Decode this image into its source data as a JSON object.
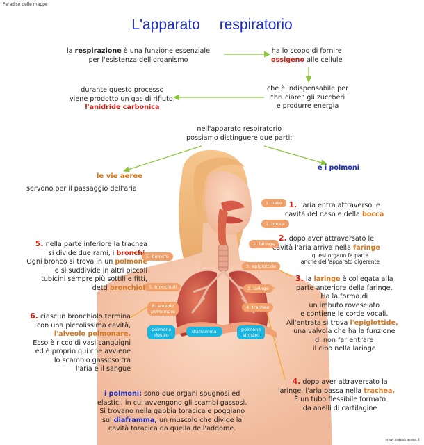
{
  "site_name": "Paradiso delle mappe",
  "title": "L'apparato     respiratorio",
  "intro": {
    "line1_pre": "la ",
    "line1_bold": "respirazione",
    "line1_post": " è una funzione essenziale",
    "line2": "per l'esistenza dell'organismo"
  },
  "scope": {
    "line1": "ha lo scopo di fornire",
    "oxygen": "ossigeno",
    "line2_post": " alle cellule"
  },
  "burn": {
    "line1": "che è indispensabile per",
    "line2": "“bruciare” gli zuccheri",
    "line3": "e produrre energia"
  },
  "waste": {
    "line1": "durante questo processo",
    "line2": "viene prodotto un gas di rifiuto,",
    "co2": "l'anidride carbonica"
  },
  "parts": {
    "line1": "nell'apparato respiratorio",
    "line2": "possiamo distinguere due parti:"
  },
  "airways": {
    "label": "le vie aeree",
    "desc": "servono per il passaggio dell'aria"
  },
  "lungs_branch": {
    "pre": "e i ",
    "label": "polmoni"
  },
  "step1": {
    "num": "1.",
    "line1": " l'aria entra attraverso le",
    "line2_pre": "cavità del naso e della ",
    "bocca": "bocca"
  },
  "step2": {
    "num": "2.",
    "line1": " dopo aver attraversato le",
    "line2_pre": "cavità l'aria arriva nella ",
    "faringe": "faringe",
    "note1": "quest'organo fa parte",
    "note2": "anche dell'apparato digerente"
  },
  "step3": {
    "num": "3.",
    "pre": " la ",
    "laringe": "laringe",
    "line1_post": " è collegata alla",
    "line2": "parte anteriore della faringe.",
    "line3": "Ha la forma di",
    "line4": "un imbuto rovesciato",
    "line5": "e contiene le corde vocali.",
    "line6_pre": "All'entrata si trova ",
    "epiglottide": "l'epiglottide,",
    "line7": "una valvola che ha la funzione",
    "line8": "di non far entrare",
    "line9": "il cibo nella laringe"
  },
  "step4": {
    "num": "4.",
    "line1": " dopo aver attraversato la",
    "line2_pre": "laringe, l'aria passa nella ",
    "trachea": "trachea.",
    "line3": "È un tubo flessibile formato",
    "line4": "da anelli di cartilagine"
  },
  "step5": {
    "num": "5.",
    "line1": " nella parte inferiore la trachea",
    "line2_pre": "si divide due rami, i ",
    "bronchi": "bronchi.",
    "line3_pre": "Ogni bronco si trova in un ",
    "polmone": "polmone",
    "line4": "e si suddivide in altri piccoli",
    "line5": "tubicini sempre più sottili e fitti,",
    "line6_pre": "detti ",
    "bronchioli": "bronchioli"
  },
  "step6": {
    "num": "6.",
    "line1": " ciascun bronchiolo termina",
    "line2": "con una piccolissima cavità,",
    "alveolo": "l'alveolo polmonare.",
    "line4": "Esso è ricco di vasi sanguigni",
    "line5": "ed è proprio qui che avviene",
    "line6": "lo scambio gassoso tra",
    "line7": "l'aria e il sangue"
  },
  "lungs_desc": {
    "pre": "i ",
    "polmoni": "polmoni:",
    "line1_post": " sono due organi spugnosi ed",
    "line2": "elastici, in cui avvengono gli scambi gassosi.",
    "line3": "Si trovano nella gabbia toracica e poggiano",
    "line4_pre": "sul ",
    "diaframma": "diaframma,",
    "line4_post": " un muscolo che divide la",
    "line5": "cavità toracica da quella dell'addome."
  },
  "labels": {
    "naso": "1. naso",
    "bocca": "1. bocca",
    "faringe": "2. faringe",
    "epiglottide": "3. epiglottide",
    "laringe": "3. laringe",
    "trachea": "4. trachea",
    "bronchi": "5. bronchi",
    "bronchioli": "5. bronchioli",
    "alveolo_1": "6. alveolo",
    "alveolo_2": "polmonare",
    "polmone_destro_1": "polmone",
    "polmone_destro_2": "destro",
    "polmone_sinistro_1": "polmone",
    "polmone_sinistro_2": "sinistro",
    "diaframma": "diaframma"
  },
  "credit": "www.maestrasara.it",
  "colors": {
    "title": "#1a2db8",
    "red": "#cc1c12",
    "orange": "#d9741a",
    "green_arrow": "#8cc63f",
    "orange_leader": "#f3a82a",
    "label_pill": "#f0a068",
    "lung_pill": "#1ab6e0"
  }
}
